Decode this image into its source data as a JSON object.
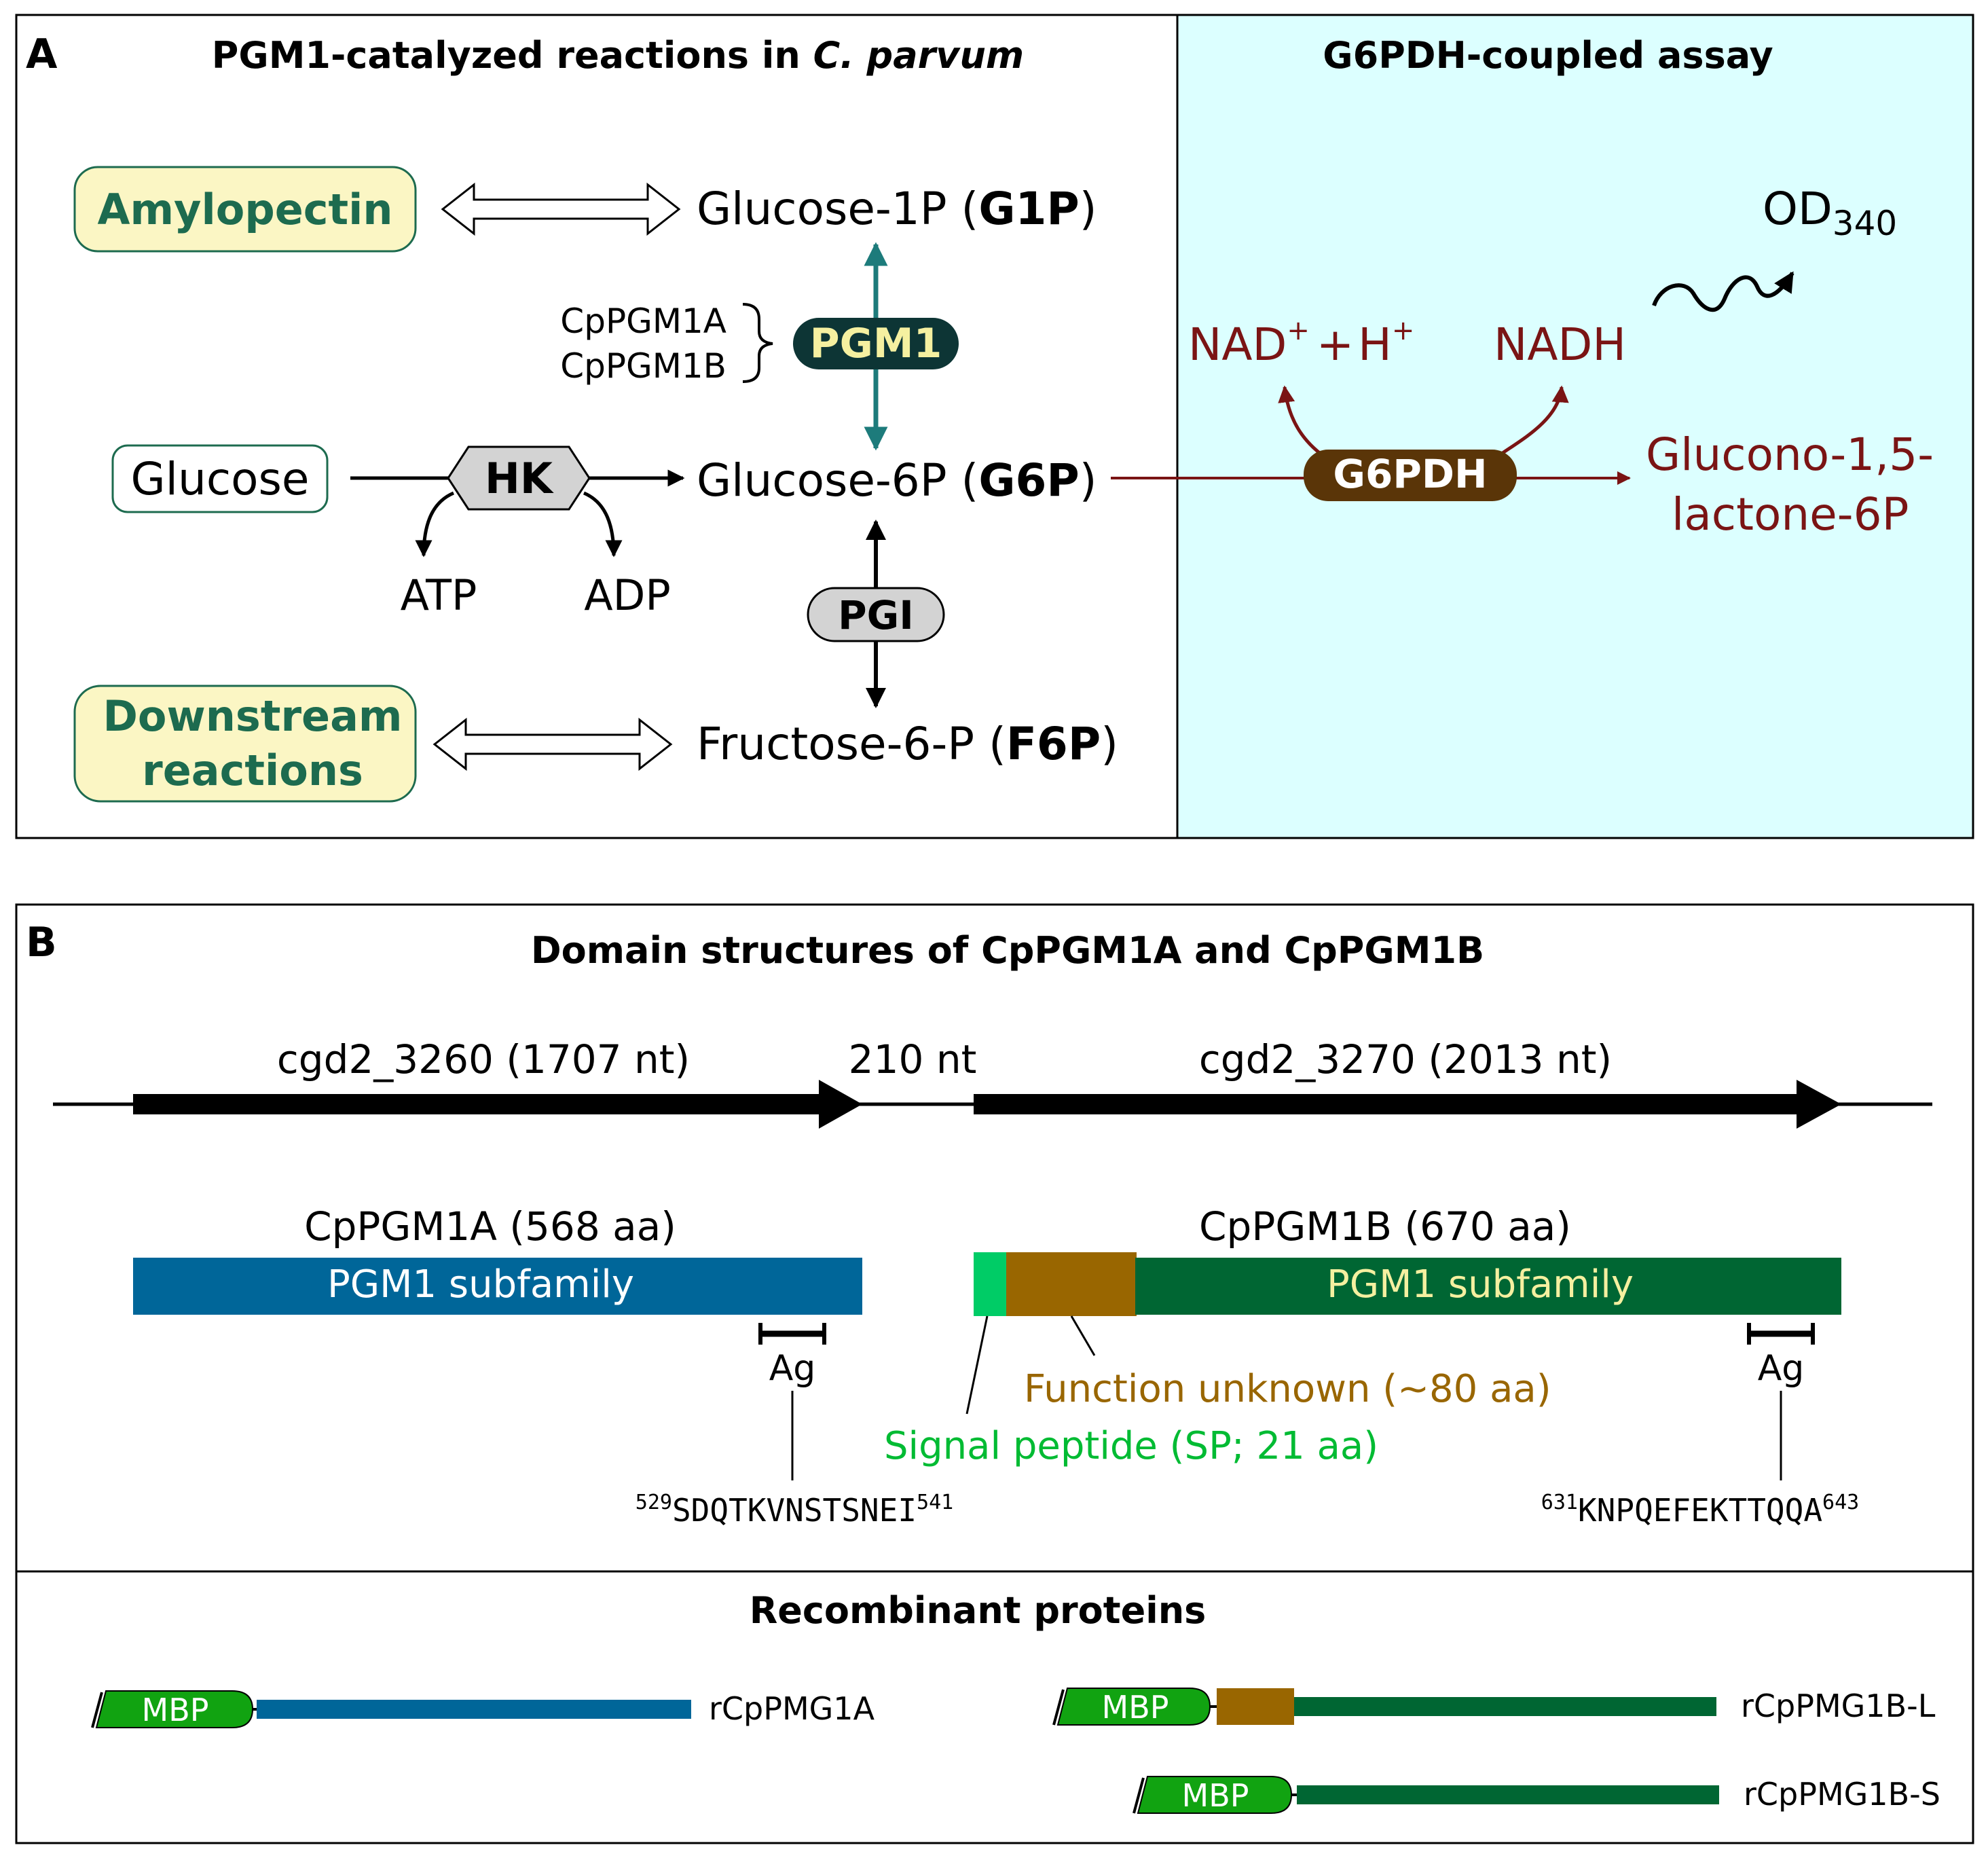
{
  "panel_a": {
    "letter": "A",
    "title_pre": "PGM1-catalyzed reactions in ",
    "title_italic": "C. parvum",
    "assay_title": "G6PDH-coupled assay",
    "amylopectin": "Amylopectin",
    "downstream_line1": "Downstream",
    "downstream_line2": "reactions",
    "glucose": "Glucose",
    "g1p_name": "Glucose-1P (",
    "g1p_abbr": "G1P",
    "g6p_name": "Glucose-6P (",
    "g6p_abbr": "G6P",
    "f6p_name": "Fructose-6-P (",
    "f6p_abbr": "F6P",
    "close_paren": ")",
    "isoform_a": "CpPGM1A",
    "isoform_b": "CpPGM1B",
    "pgm1": "PGM1",
    "hk": "HK",
    "pgi": "PGI",
    "atp": "ATP",
    "adp": "ADP",
    "g6pdh": "G6PDH",
    "nad": "NAD",
    "plus_sup": "+",
    "plus": "+",
    "h": "H",
    "nadh": "NADH",
    "od": "OD",
    "od_sub": "340",
    "product_line1": "Glucono-1,5-",
    "product_line2": "lactone-6P"
  },
  "panel_b": {
    "letter": "B",
    "title": "Domain structures of CpPGM1A and CpPGM1B",
    "gene1": "cgd2_3260 (1707 nt)",
    "intergenic": "210 nt",
    "gene2": "cgd2_3270 (2013 nt)",
    "protein_a": "CpPGM1A (568 aa)",
    "protein_b": "CpPGM1B (670 aa)",
    "subfamily_a": "PGM1 subfamily",
    "subfamily_b": "PGM1 subfamily",
    "ag_a": "Ag",
    "ag_b": "Ag",
    "function_unknown": "Function unknown (~80 aa)",
    "signal_peptide": "Signal peptide (SP; 21 aa)",
    "peptide_a_start": "529",
    "peptide_a_seq": "SDQTKVNSTSNEI",
    "peptide_a_end": "541",
    "peptide_b_start": "631",
    "peptide_b_seq": "KNPQEFEKTTQQA",
    "peptide_b_end": "643",
    "recombinant_title": "Recombinant proteins",
    "mbp_1": "MBP",
    "mbp_2": "MBP",
    "mbp_3": "MBP",
    "rec_a": "rCpPMG1A",
    "rec_bl": "rCpPMG1B-L",
    "rec_bs": "rCpPMG1B-S"
  },
  "colors": {
    "teal_text": "#1d6b4f",
    "yellow_box": "#fbf6c4",
    "cyan_bg": "#dcffff",
    "pgm1_box": "#0d3535",
    "pgm1_text": "#f5f0a0",
    "teal_arrow": "#1d7b7b",
    "maroon": "#7a1414",
    "brown": "#5a3508",
    "blue_bar": "#006699",
    "green_bar": "#006633",
    "sp_green": "#00cc66",
    "fu_brown": "#996600",
    "mbp_green": "#11a311"
  }
}
